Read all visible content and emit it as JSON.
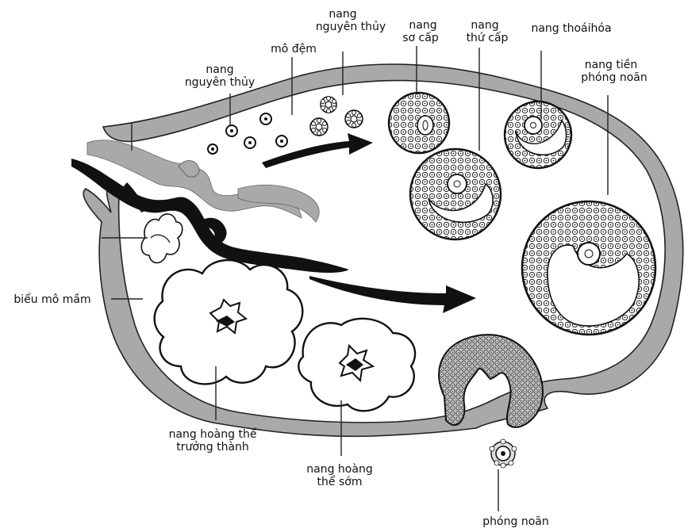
{
  "diagram": {
    "labels": {
      "nang_nguyen_thuy_top_line1": "nang",
      "nang_nguyen_thuy_top_line2": "nguyên thủy",
      "nang_so_cap_line1": "nang",
      "nang_so_cap_line2": "sơ cấp",
      "nang_thu_cap_line1": "nang",
      "nang_thu_cap_line2": "thứ cấp",
      "nang_thoai_hoa": "nang thoáihóa",
      "nang_tien_phong_noan_line1": "nang tiền",
      "nang_tien_phong_noan_line2": "phóng noãn",
      "mo_dem": "mô đệm",
      "nang_nguyen_thuy_left_line1": "nang",
      "nang_nguyen_thuy_left_line2": "nguyên thủy",
      "bieu_mo_mam": "biểu mô mầm",
      "nang_hoang_the_truong_thanh_line1": "nang hoàng thể",
      "nang_hoang_the_truong_thanh_line2": "trưởng thành",
      "nang_hoang_the_som_line1": "nang hoàng",
      "nang_hoang_the_som_line2": "thể sớm",
      "phong_noan": "phóng noãn"
    },
    "colors": {
      "ink": "#111111",
      "gray_band": "#a9a9a9",
      "background": "#ffffff"
    }
  }
}
